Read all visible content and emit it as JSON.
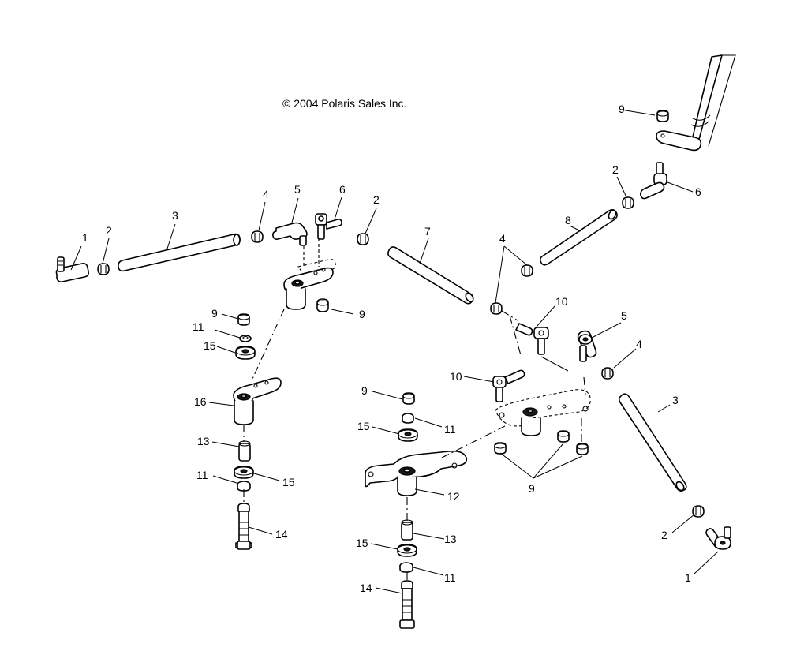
{
  "copyright": "© 2004 Polaris Sales Inc.",
  "callouts": {
    "c1a": "1",
    "c2a": "2",
    "c3a": "3",
    "c4a": "4",
    "c5a": "5",
    "c6a": "6",
    "c2b": "2",
    "c7": "7",
    "c4b": "4",
    "c9a": "9",
    "c2c": "2",
    "c6b": "6",
    "c8": "8",
    "c10a": "10",
    "c5b": "5",
    "c4c": "4",
    "c9b": "9",
    "c11a": "11",
    "c15a": "15",
    "c16": "16",
    "c10b": "10",
    "c3b": "3",
    "c9c": "9",
    "c11b": "11",
    "c15b": "15",
    "c13a": "13",
    "c11c": "11",
    "c15c": "15",
    "c12": "12",
    "c9d": "9",
    "c14a": "14",
    "c13b": "13",
    "c15d": "15",
    "c11d": "11",
    "c2d": "2",
    "c1b": "1",
    "c14b": "14"
  }
}
